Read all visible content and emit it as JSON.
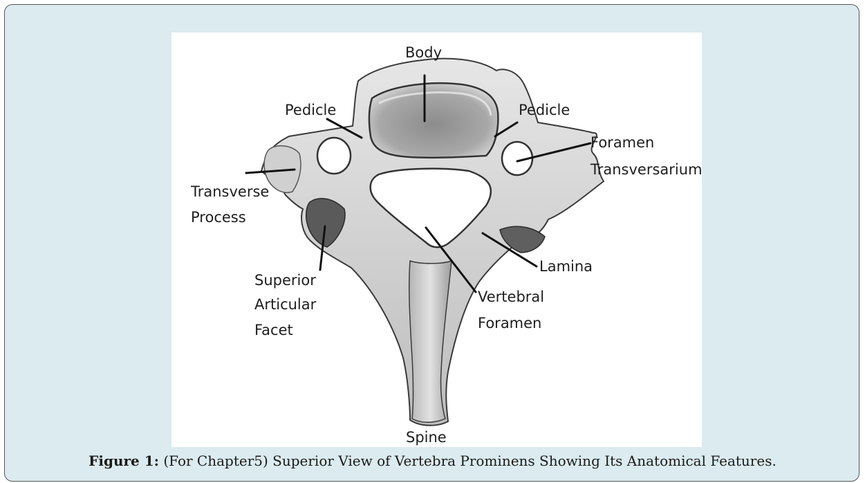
{
  "figure": {
    "caption_label": "Figure 1:",
    "caption_text": " (For Chapter5) Superior View of Vertebra Prominens Showing Its Anatomical Features."
  },
  "diagram": {
    "labels": {
      "body": "Body",
      "pedicle_left": "Pedicle",
      "pedicle_right": "Pedicle",
      "foramen_transversarium_1": "Foramen",
      "foramen_transversarium_2": "Transversarium",
      "transverse_process_1": "Transverse",
      "transverse_process_2": "Process",
      "lamina": "Lamina",
      "superior_articular_facet_1": "Superior",
      "superior_articular_facet_2": "Articular",
      "superior_articular_facet_3": "Facet",
      "vertebral_foramen_1": "Vertebral",
      "vertebral_foramen_2": "Foramen",
      "spine": "Spine"
    },
    "colors": {
      "bone_fill": "#d9d9d9",
      "bone_shadow": "#8a8a8a",
      "bone_outline": "#3a3a3a",
      "leader_line": "#111111"
    }
  }
}
